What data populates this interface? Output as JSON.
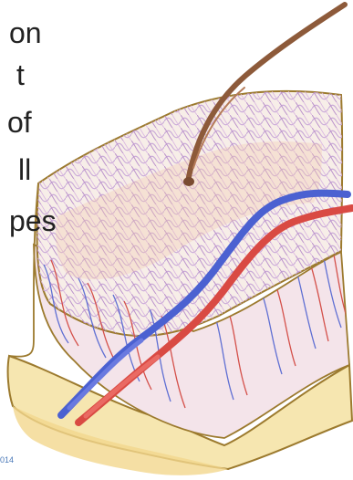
{
  "text_fragments": [
    "on",
    "t",
    "of",
    "ll",
    "pes"
  ],
  "credit": "014",
  "colors": {
    "base_layer": "#F6E6B0",
    "base_edge": "#9C7A2E",
    "middle_layer": "#F4E4EA",
    "top_layer": "#F7EEE8",
    "hair": "#8D5A3A",
    "artery": "#D94A43",
    "vein": "#4B61D1",
    "capillary_net": "#B99BC7",
    "text": "#222222",
    "credit": "#4A79B8"
  },
  "icons": [
    "hair-icon",
    "skin-block-icon",
    "blood-vessel-icon"
  ]
}
